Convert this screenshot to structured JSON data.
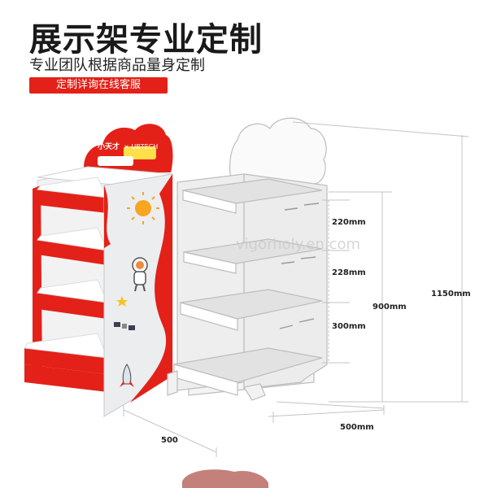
{
  "header": {
    "title": "展示架专业定制",
    "subtitle": "专业团队根据商品量身定制",
    "cta_label": "定制详询在线客服"
  },
  "logo": {
    "brand_cn": "小天才",
    "brand_en": "× UBTECH"
  },
  "dimensions": {
    "shelf1": "220mm",
    "shelf2": "228mm",
    "shelf3": "300mm",
    "height_shelves": "900mm",
    "height_total": "1150mm",
    "depth": "500mm",
    "width": "500"
  },
  "watermark": "vigorholy.en.com",
  "colors": {
    "accent": "#e32119",
    "panel": "#e9e9ea",
    "outline": "#bfbfbf"
  }
}
